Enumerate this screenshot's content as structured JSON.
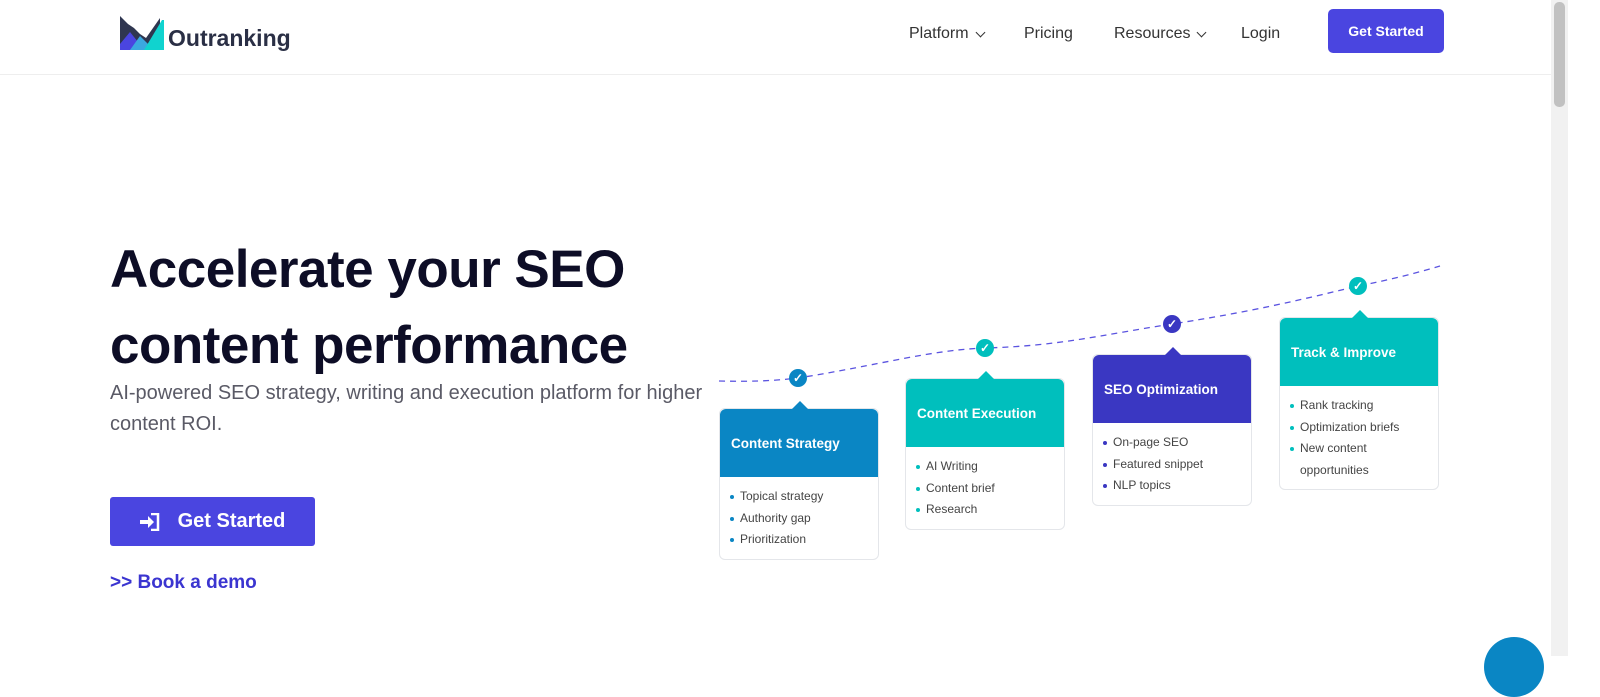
{
  "header": {
    "logo_text": "Outranking",
    "nav": [
      {
        "label": "Platform",
        "dropdown": true
      },
      {
        "label": "Pricing",
        "dropdown": false
      },
      {
        "label": "Resources",
        "dropdown": true
      },
      {
        "label": "Login",
        "dropdown": false
      }
    ],
    "cta": "Get Started"
  },
  "hero": {
    "title_line1": "Accelerate your SEO",
    "title_line2": "content performance",
    "subtitle": "AI-powered SEO strategy, writing and execution platform for higher content ROI.",
    "cta": "Get Started",
    "demo": ">> Book a demo"
  },
  "steps": [
    {
      "title": "Content Strategy",
      "color": "#0a86c4",
      "items": [
        "Topical strategy",
        "Authority gap",
        "Prioritization"
      ]
    },
    {
      "title": "Content Execution",
      "color": "#00bfbd",
      "items": [
        "AI Writing",
        "Content brief",
        "Research"
      ]
    },
    {
      "title": "SEO Optimization",
      "color": "#3a37c2",
      "items": [
        "On-page SEO",
        "Featured snippet",
        "NLP topics"
      ]
    },
    {
      "title": "Track & Improve",
      "color": "#00bfbd",
      "items": [
        "Rank tracking",
        "Optimization briefs",
        "New content opportunities"
      ]
    }
  ]
}
